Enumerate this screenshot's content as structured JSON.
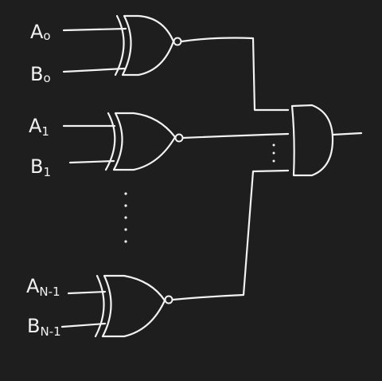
{
  "inputs": [
    {
      "letter": "A",
      "index": "o"
    },
    {
      "letter": "B",
      "index": "o"
    },
    {
      "letter": "A",
      "index": "1"
    },
    {
      "letter": "B",
      "index": "1"
    },
    {
      "letter": "A",
      "index": "N-1"
    },
    {
      "letter": "B",
      "index": "N-1"
    }
  ],
  "colors": {
    "background": "#1e1e1e",
    "stroke": "#f2f2f2"
  }
}
